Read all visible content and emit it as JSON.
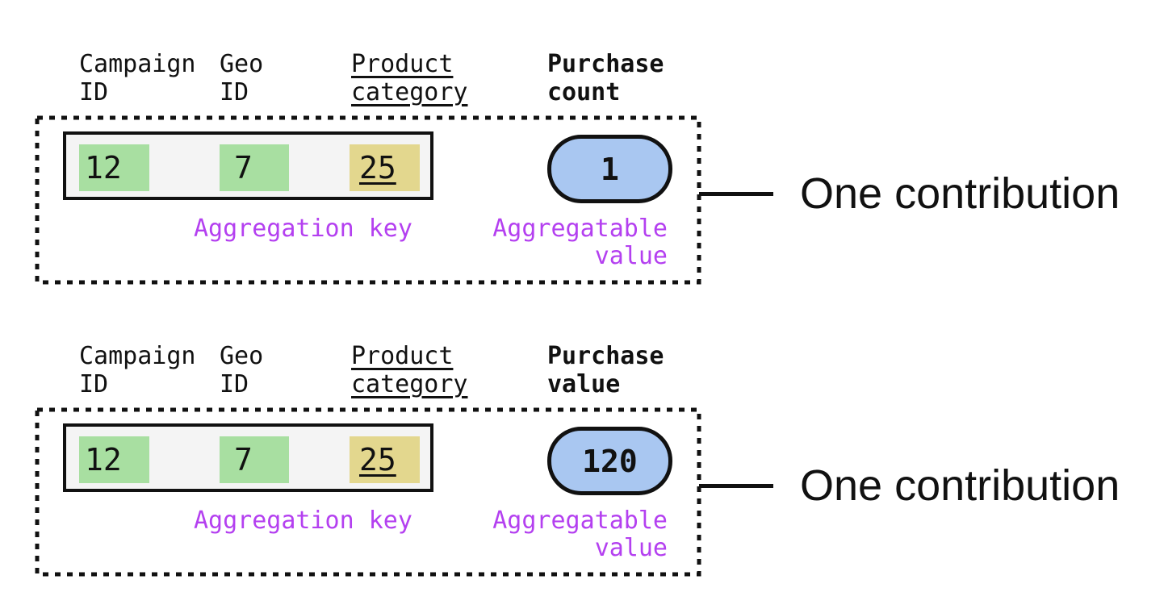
{
  "colors": {
    "ink": "#111111",
    "key-green": "#a8dfa1",
    "key-yellow": "#e3d78e",
    "value-blue": "#a9c7f1",
    "label-purple": "#b440f0",
    "row-bg": "#f4f4f4"
  },
  "sections": [
    {
      "headers": {
        "campaign": "Campaign\nID",
        "geo": "Geo\nID",
        "product": "Product\ncategory",
        "measure": "Purchase\ncount"
      },
      "row": {
        "campaign_id": "12",
        "geo_id": "7",
        "product_category": "25"
      },
      "aggregatable_value": "1",
      "labels": {
        "aggregation_key": "Aggregation key",
        "aggregatable_value": "Aggregatable\nvalue"
      },
      "callout": "One contribution"
    },
    {
      "headers": {
        "campaign": "Campaign\nID",
        "geo": "Geo\nID",
        "product": "Product\ncategory",
        "measure": "Purchase\nvalue"
      },
      "row": {
        "campaign_id": "12",
        "geo_id": "7",
        "product_category": "25"
      },
      "aggregatable_value": "120",
      "labels": {
        "aggregation_key": "Aggregation key",
        "aggregatable_value": "Aggregatable\nvalue"
      },
      "callout": "One contribution"
    }
  ]
}
